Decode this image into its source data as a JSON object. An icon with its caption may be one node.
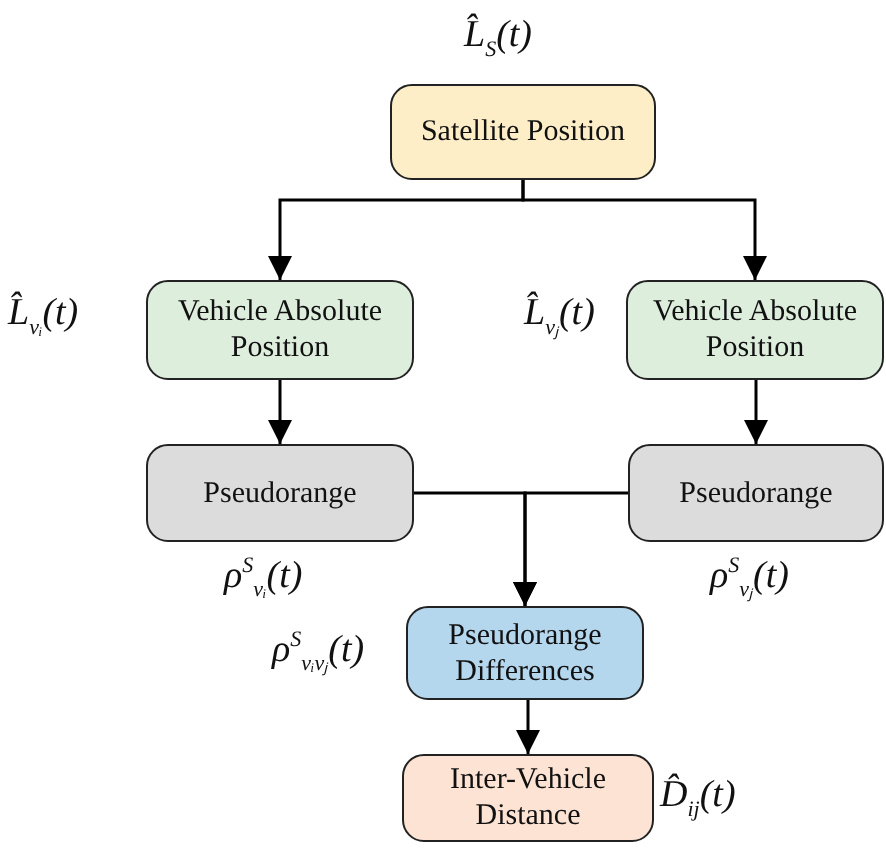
{
  "diagram": {
    "nodes": [
      {
        "text": [
          "Satellite Position"
        ],
        "beside": [
          "L̂$_{S}$(t)"
        ]
      },
      {
        "text": [
          "Vehicle Absolute Position"
        ],
        "beside": [
          "L̂$_{vᵢ}$(t)"
        ]
      },
      {
        "text": [
          "Vehicle Absolute Position"
        ],
        "beside": [
          "L̂$_{vⱼ}$(t)"
        ]
      },
      {
        "text": [
          "Pseudorange"
        ],
        "beside": [
          "ρ$^{S}$$_{vᵢ}$(t)"
        ]
      },
      {
        "text": [
          "Pseudorange"
        ],
        "beside": [
          "ρ$^{S}$$_{vⱼ}$(t)"
        ]
      },
      {
        "text": [
          "Pseudorange Differences"
        ],
        "beside": [
          "ρ$^{S}$$_{vᵢvⱼ}$(t)"
        ]
      },
      {
        "text": [
          "Inter-Vehicle Distance"
        ],
        "beside": [
          "D̂$_{ij}$(t)"
        ]
      }
    ],
    "edges": [
      {
        "from": 0,
        "to": 1,
        "arrow": "to"
      },
      {
        "from": 0,
        "to": 2,
        "arrow": "to"
      },
      {
        "from": 1,
        "to": 3,
        "arrow": "to"
      },
      {
        "from": 2,
        "to": 4,
        "arrow": "to"
      },
      {
        "from": 3,
        "to": 5,
        "arrow": "to"
      },
      {
        "from": 4,
        "to": 5,
        "arrow": "to"
      },
      {
        "from": 5,
        "to": 6,
        "arrow": "to"
      }
    ]
  }
}
